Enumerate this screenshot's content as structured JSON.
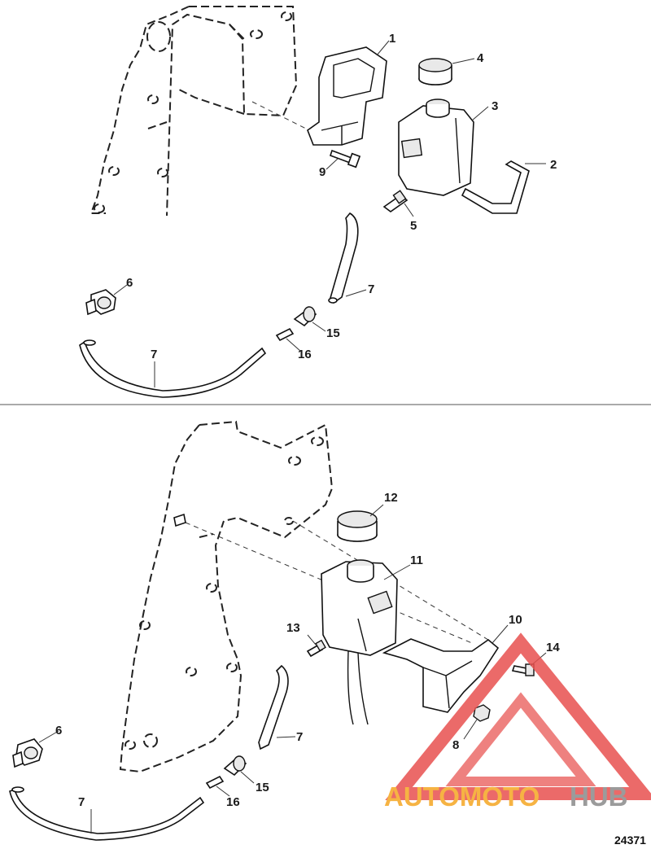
{
  "figure_id": "24371",
  "watermark": {
    "part1": "AUTOMOTO",
    "part2": "HUB",
    "colors": {
      "orange": "#f5a623",
      "red": "#e8514f",
      "grey": "#8a8a8a"
    }
  },
  "top_callouts": [
    "1",
    "2",
    "3",
    "4",
    "5",
    "6",
    "7",
    "7",
    "9",
    "15",
    "16"
  ],
  "bottom_callouts": [
    "6",
    "7",
    "7",
    "8",
    "10",
    "11",
    "12",
    "13",
    "14",
    "15",
    "16"
  ]
}
